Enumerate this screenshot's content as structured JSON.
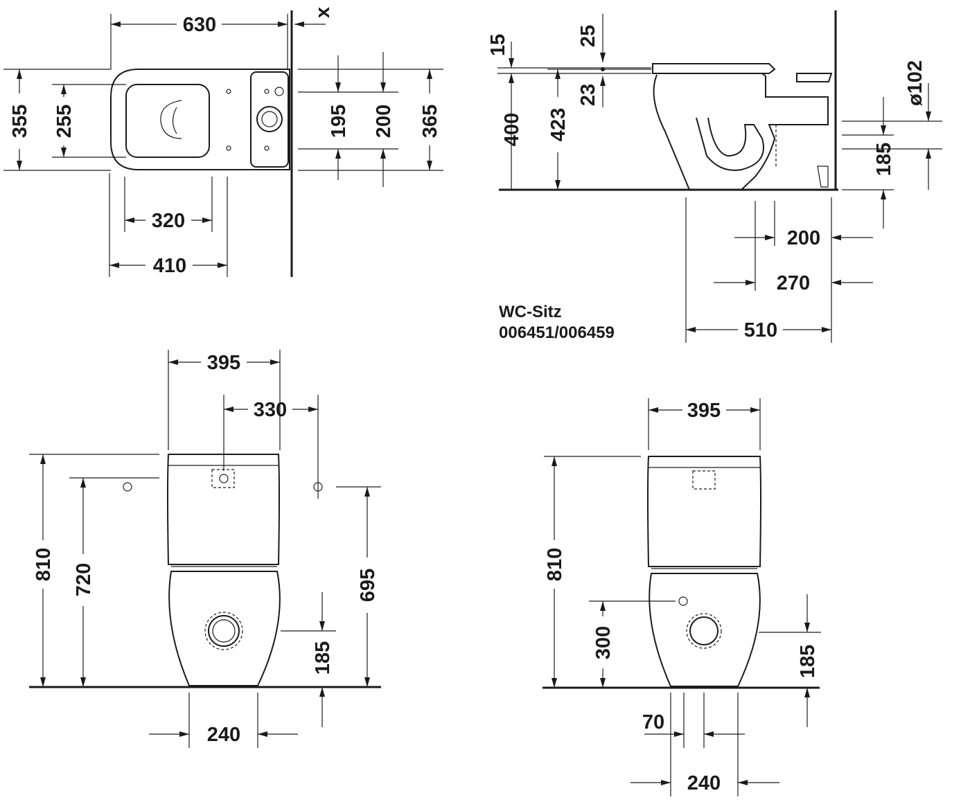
{
  "plan_view": {
    "width_total": "630",
    "wall_offset": "x",
    "depth_overall": "355",
    "seat_depth": "255",
    "inlet_spacing_1": "195",
    "inlet_spacing_2": "200",
    "tank_depth": "365",
    "seat_width": "320",
    "bowl_width": "410"
  },
  "side_view": {
    "seat_thickness_top": "15",
    "seat_gap": "25",
    "seat_lid": "23",
    "rim_height": "400",
    "seat_height": "423",
    "outlet_diameter": "ø102",
    "outlet_height": "185",
    "outlet_from_wall_1": "200",
    "outlet_from_wall_2": "270",
    "depth_total": "510",
    "seat_note_title": "WC-Sitz",
    "seat_note_codes": "006451/006459"
  },
  "front_view_left": {
    "tank_width": "395",
    "inlet_offset": "330",
    "total_height": "810",
    "inlet_height_left": "720",
    "inlet_height_right": "695",
    "outlet_height": "185",
    "foot_width": "240"
  },
  "front_view_right": {
    "tank_width": "395",
    "total_height": "810",
    "inlet_height": "300",
    "outlet_height": "185",
    "outlet_offset": "70",
    "foot_width": "240"
  }
}
